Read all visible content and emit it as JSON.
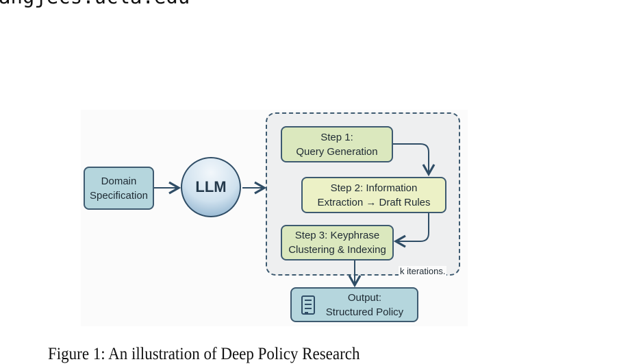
{
  "header": {
    "email_fragment": "angjecs.ucla.edu"
  },
  "diagram": {
    "domain_spec": [
      "Domain",
      "Specification"
    ],
    "llm": "LLM",
    "step1": [
      "Step 1:",
      "Query Generation"
    ],
    "step2": [
      "Step 2: Information",
      "Extraction → Draft Rules"
    ],
    "step3": [
      "Step 3: Keyphrase",
      "Clustering & Indexing"
    ],
    "loop_label": "k iterations.",
    "output": [
      "Output:",
      "Structured Policy"
    ],
    "output_icon": "document-icon"
  },
  "caption": "Figure 1:  An illustration of Deep Policy Research"
}
